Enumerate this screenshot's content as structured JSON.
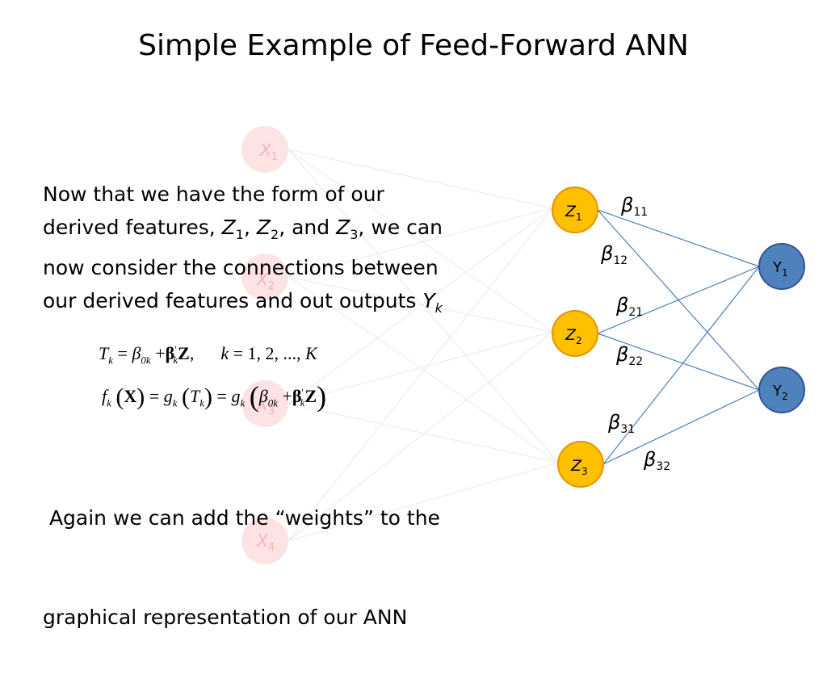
{
  "title": "Simple Example of Feed-Forward ANN",
  "paragraph1": {
    "line1": "Now that we have the form of our",
    "line2_pre": "derived features, ",
    "line2_z1": "Z",
    "line2_z1_sub": "1",
    "line2_sep1": ", ",
    "line2_z2": "Z",
    "line2_z2_sub": "2",
    "line2_sep2": ", and ",
    "line2_z3": "Z",
    "line2_z3_sub": "3",
    "line2_post": ",  we can",
    "line3": "now consider the connections between",
    "line4_pre": "our derived features and out outputs ",
    "line4_y": "Y",
    "line4_y_sub": "k"
  },
  "equations": {
    "eq1": {
      "T": "T",
      "k": "k",
      "eq": "=",
      "beta": "β",
      "sub0k": "0k",
      "plus": "+",
      "bold_beta": "β",
      "prime": "'",
      "bold_z": "Z",
      "comma": ",",
      "k2": "k",
      "eq2": "=",
      "range": "1, 2, ..., ",
      "K": "K"
    },
    "eq2": {
      "f": "f",
      "k": "k",
      "lp": "(",
      "X": "X",
      "rp": ")",
      "eq": "=",
      "g": "g",
      "T": "T",
      "eq2": "=",
      "g2": "g",
      "beta": "β",
      "sub0k": "0k",
      "plus": "+",
      "bold_beta": "β",
      "prime": "'",
      "bold_z": "Z"
    }
  },
  "paragraph2": {
    "line1": " Again we can add the “weights” to the",
    "line2": "graphical representation of our ANN"
  },
  "colors": {
    "z_fill": "#ffc000",
    "z_stroke": "#e69400",
    "y_fill": "#4f81bd",
    "y_stroke": "#2f5597",
    "x_fill": "#fde3e4",
    "x_text": "#f3b4b6",
    "edge_blue": "#4a7ebb",
    "edge_faint": "#e8e8e8"
  },
  "diagram": {
    "input_nodes": [
      {
        "label": "X",
        "sub": "1"
      },
      {
        "label": "X",
        "sub": "2"
      },
      {
        "label": "X",
        "sub": "3"
      },
      {
        "label": "X",
        "sub": "4"
      }
    ],
    "hidden_nodes": [
      {
        "label": "Z",
        "sub": "1"
      },
      {
        "label": "Z",
        "sub": "2"
      },
      {
        "label": "Z",
        "sub": "3"
      }
    ],
    "output_nodes": [
      {
        "label": "Y",
        "sub": "1"
      },
      {
        "label": "Y",
        "sub": "2"
      }
    ],
    "weights": [
      {
        "symbol": "β",
        "sub": "11"
      },
      {
        "symbol": "β",
        "sub": "12"
      },
      {
        "symbol": "β",
        "sub": "21"
      },
      {
        "symbol": "β",
        "sub": "22"
      },
      {
        "symbol": "β",
        "sub": "31"
      },
      {
        "symbol": "β",
        "sub": "32"
      }
    ]
  }
}
